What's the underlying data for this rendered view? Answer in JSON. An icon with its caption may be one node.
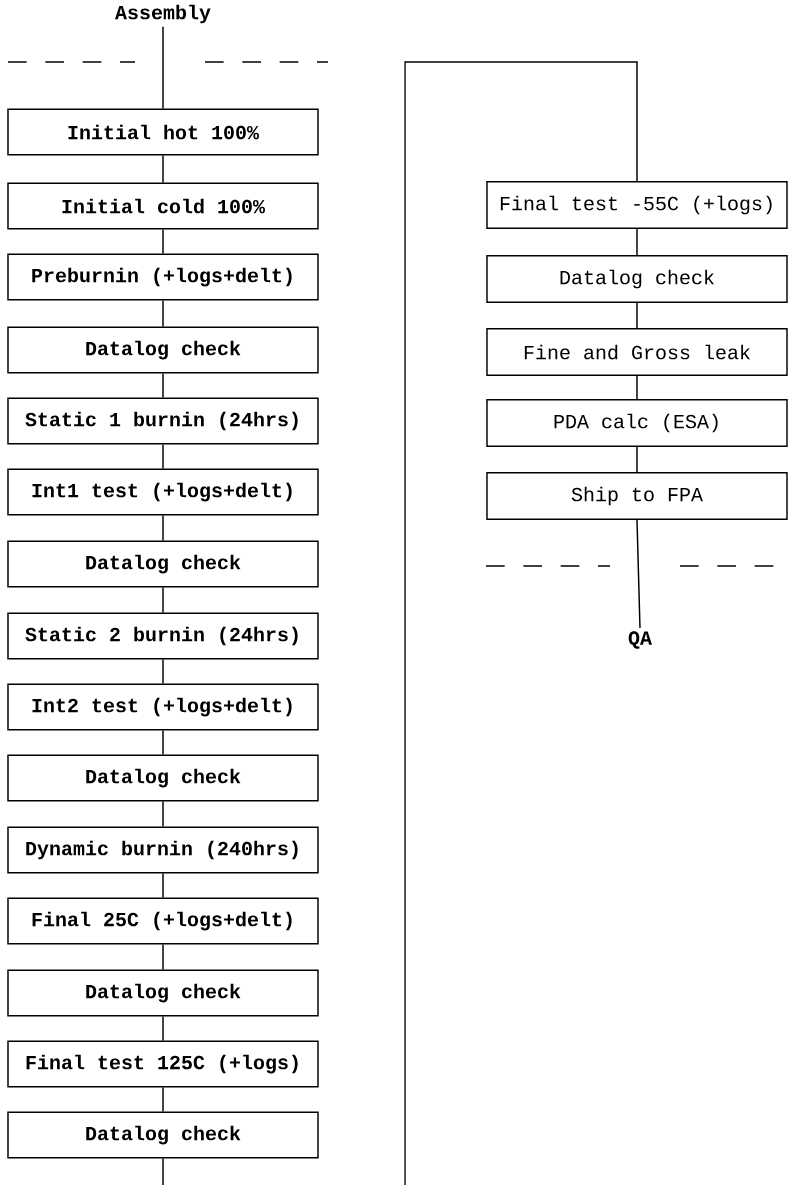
{
  "diagram": {
    "nodes": [
      {
        "text": [
          "Assembly"
        ]
      },
      {
        "text": [
          "Initial hot 100%"
        ]
      },
      {
        "text": [
          "Initial cold 100%"
        ]
      },
      {
        "text": [
          "Preburnin (+logs+delt)"
        ]
      },
      {
        "text": [
          "Datalog check"
        ]
      },
      {
        "text": [
          "Static 1 burnin (24hrs)"
        ]
      },
      {
        "text": [
          "Int1 test (+logs+delt)"
        ]
      },
      {
        "text": [
          "Datalog check"
        ]
      },
      {
        "text": [
          "Static 2 burnin (24hrs)"
        ]
      },
      {
        "text": [
          "Int2 test (+logs+delt)"
        ]
      },
      {
        "text": [
          "Datalog check"
        ]
      },
      {
        "text": [
          "Dynamic burnin (240hrs)"
        ]
      },
      {
        "text": [
          "Final 25C (+logs+delt)"
        ]
      },
      {
        "text": [
          "Datalog check"
        ]
      },
      {
        "text": [
          "Final test 125C (+logs)"
        ]
      },
      {
        "text": [
          "Datalog check"
        ]
      },
      {
        "text": [
          "Final test -55C (+logs)"
        ]
      },
      {
        "text": [
          "Datalog check"
        ]
      },
      {
        "text": [
          "Fine and Gross leak"
        ]
      },
      {
        "text": [
          "PDA calc (ESA)"
        ]
      },
      {
        "text": [
          "Ship to FPA"
        ]
      },
      {
        "text": [
          "QA"
        ]
      }
    ],
    "edges": [
      {
        "from": 0,
        "to": 1,
        "arrow": "none"
      },
      {
        "from": 1,
        "to": 2,
        "arrow": "none"
      },
      {
        "from": 2,
        "to": 3,
        "arrow": "none"
      },
      {
        "from": 3,
        "to": 4,
        "arrow": "none"
      },
      {
        "from": 4,
        "to": 5,
        "arrow": "none"
      },
      {
        "from": 5,
        "to": 6,
        "arrow": "none"
      },
      {
        "from": 6,
        "to": 7,
        "arrow": "none"
      },
      {
        "from": 7,
        "to": 8,
        "arrow": "none"
      },
      {
        "from": 8,
        "to": 9,
        "arrow": "none"
      },
      {
        "from": 9,
        "to": 10,
        "arrow": "none"
      },
      {
        "from": 10,
        "to": 11,
        "arrow": "none"
      },
      {
        "from": 11,
        "to": 12,
        "arrow": "none"
      },
      {
        "from": 12,
        "to": 13,
        "arrow": "none"
      },
      {
        "from": 13,
        "to": 14,
        "arrow": "none"
      },
      {
        "from": 14,
        "to": 15,
        "arrow": "none"
      },
      {
        "from": 15,
        "to": null,
        "arrow": "none"
      },
      {
        "from": null,
        "to": 16,
        "arrow": "none"
      },
      {
        "from": 16,
        "to": 17,
        "arrow": "none"
      },
      {
        "from": 17,
        "to": 18,
        "arrow": "none"
      },
      {
        "from": 18,
        "to": 19,
        "arrow": "none"
      },
      {
        "from": 19,
        "to": 20,
        "arrow": "none"
      },
      {
        "from": 20,
        "to": 21,
        "arrow": "none"
      }
    ]
  }
}
